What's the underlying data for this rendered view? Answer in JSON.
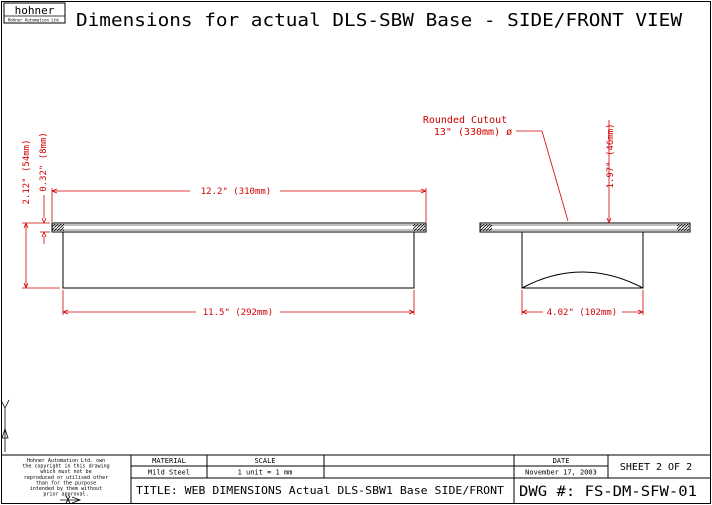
{
  "logo": {
    "name": "hohner",
    "subtitle": "Hohner Automation Ltd."
  },
  "header": {
    "title": "Dimensions for actual DLS-SBW Base - SIDE/FRONT VIEW"
  },
  "side_view": {
    "dim_overall_length": "12.2\" (310mm)",
    "dim_body_length": "11.5\" (292mm)",
    "dim_total_height": "2.12\" (54mm)",
    "dim_plate_thickness": "0.32\" (8mm)"
  },
  "front_view": {
    "cutout_label": "Rounded Cutout",
    "cutout_value": "13\" (330mm) ø",
    "dim_height": "1.97\" (46mm)",
    "dim_body_width": "4.02\" (102mm)"
  },
  "title_block": {
    "copyright": [
      "Hohner Automation Ltd. own",
      "the copyright in this drawing",
      "which must not be",
      "reproduced or utilised other",
      "than for the purpose",
      "intended by them without",
      "prior approval."
    ],
    "material_header": "MATERIAL",
    "material_value": "Mild Steel",
    "scale_header": "SCALE",
    "scale_value": "1 unit = 1 mm",
    "date_header": "DATE",
    "date_value": "November 17, 2003",
    "sheet": "SHEET 2 OF 2",
    "title": "TITLE: WEB DIMENSIONS Actual DLS-SBW1 Base SIDE/FRONT",
    "dwg": "DWG #: FS-DM-SFW-01"
  },
  "colors": {
    "line": "#000000",
    "dimension": "#d00000",
    "background": "#ffffff"
  }
}
